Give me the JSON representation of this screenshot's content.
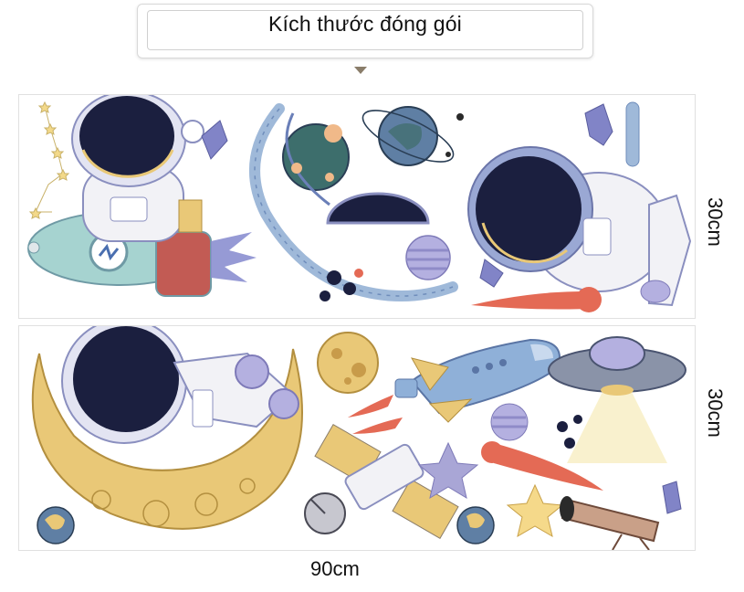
{
  "header": {
    "title": "Kích thước đóng gói"
  },
  "dimensions": {
    "panel_1_height": "30cm",
    "panel_2_height": "30cm",
    "width": "90cm"
  },
  "colors": {
    "navy": "#1b1f3f",
    "moon": "#e9c877",
    "rocket": "#a6d3d0",
    "lavender": "#a9a6d6",
    "shuttle": "#8fb0d8",
    "flame": "#e46a55",
    "star": "#f5d98a"
  }
}
